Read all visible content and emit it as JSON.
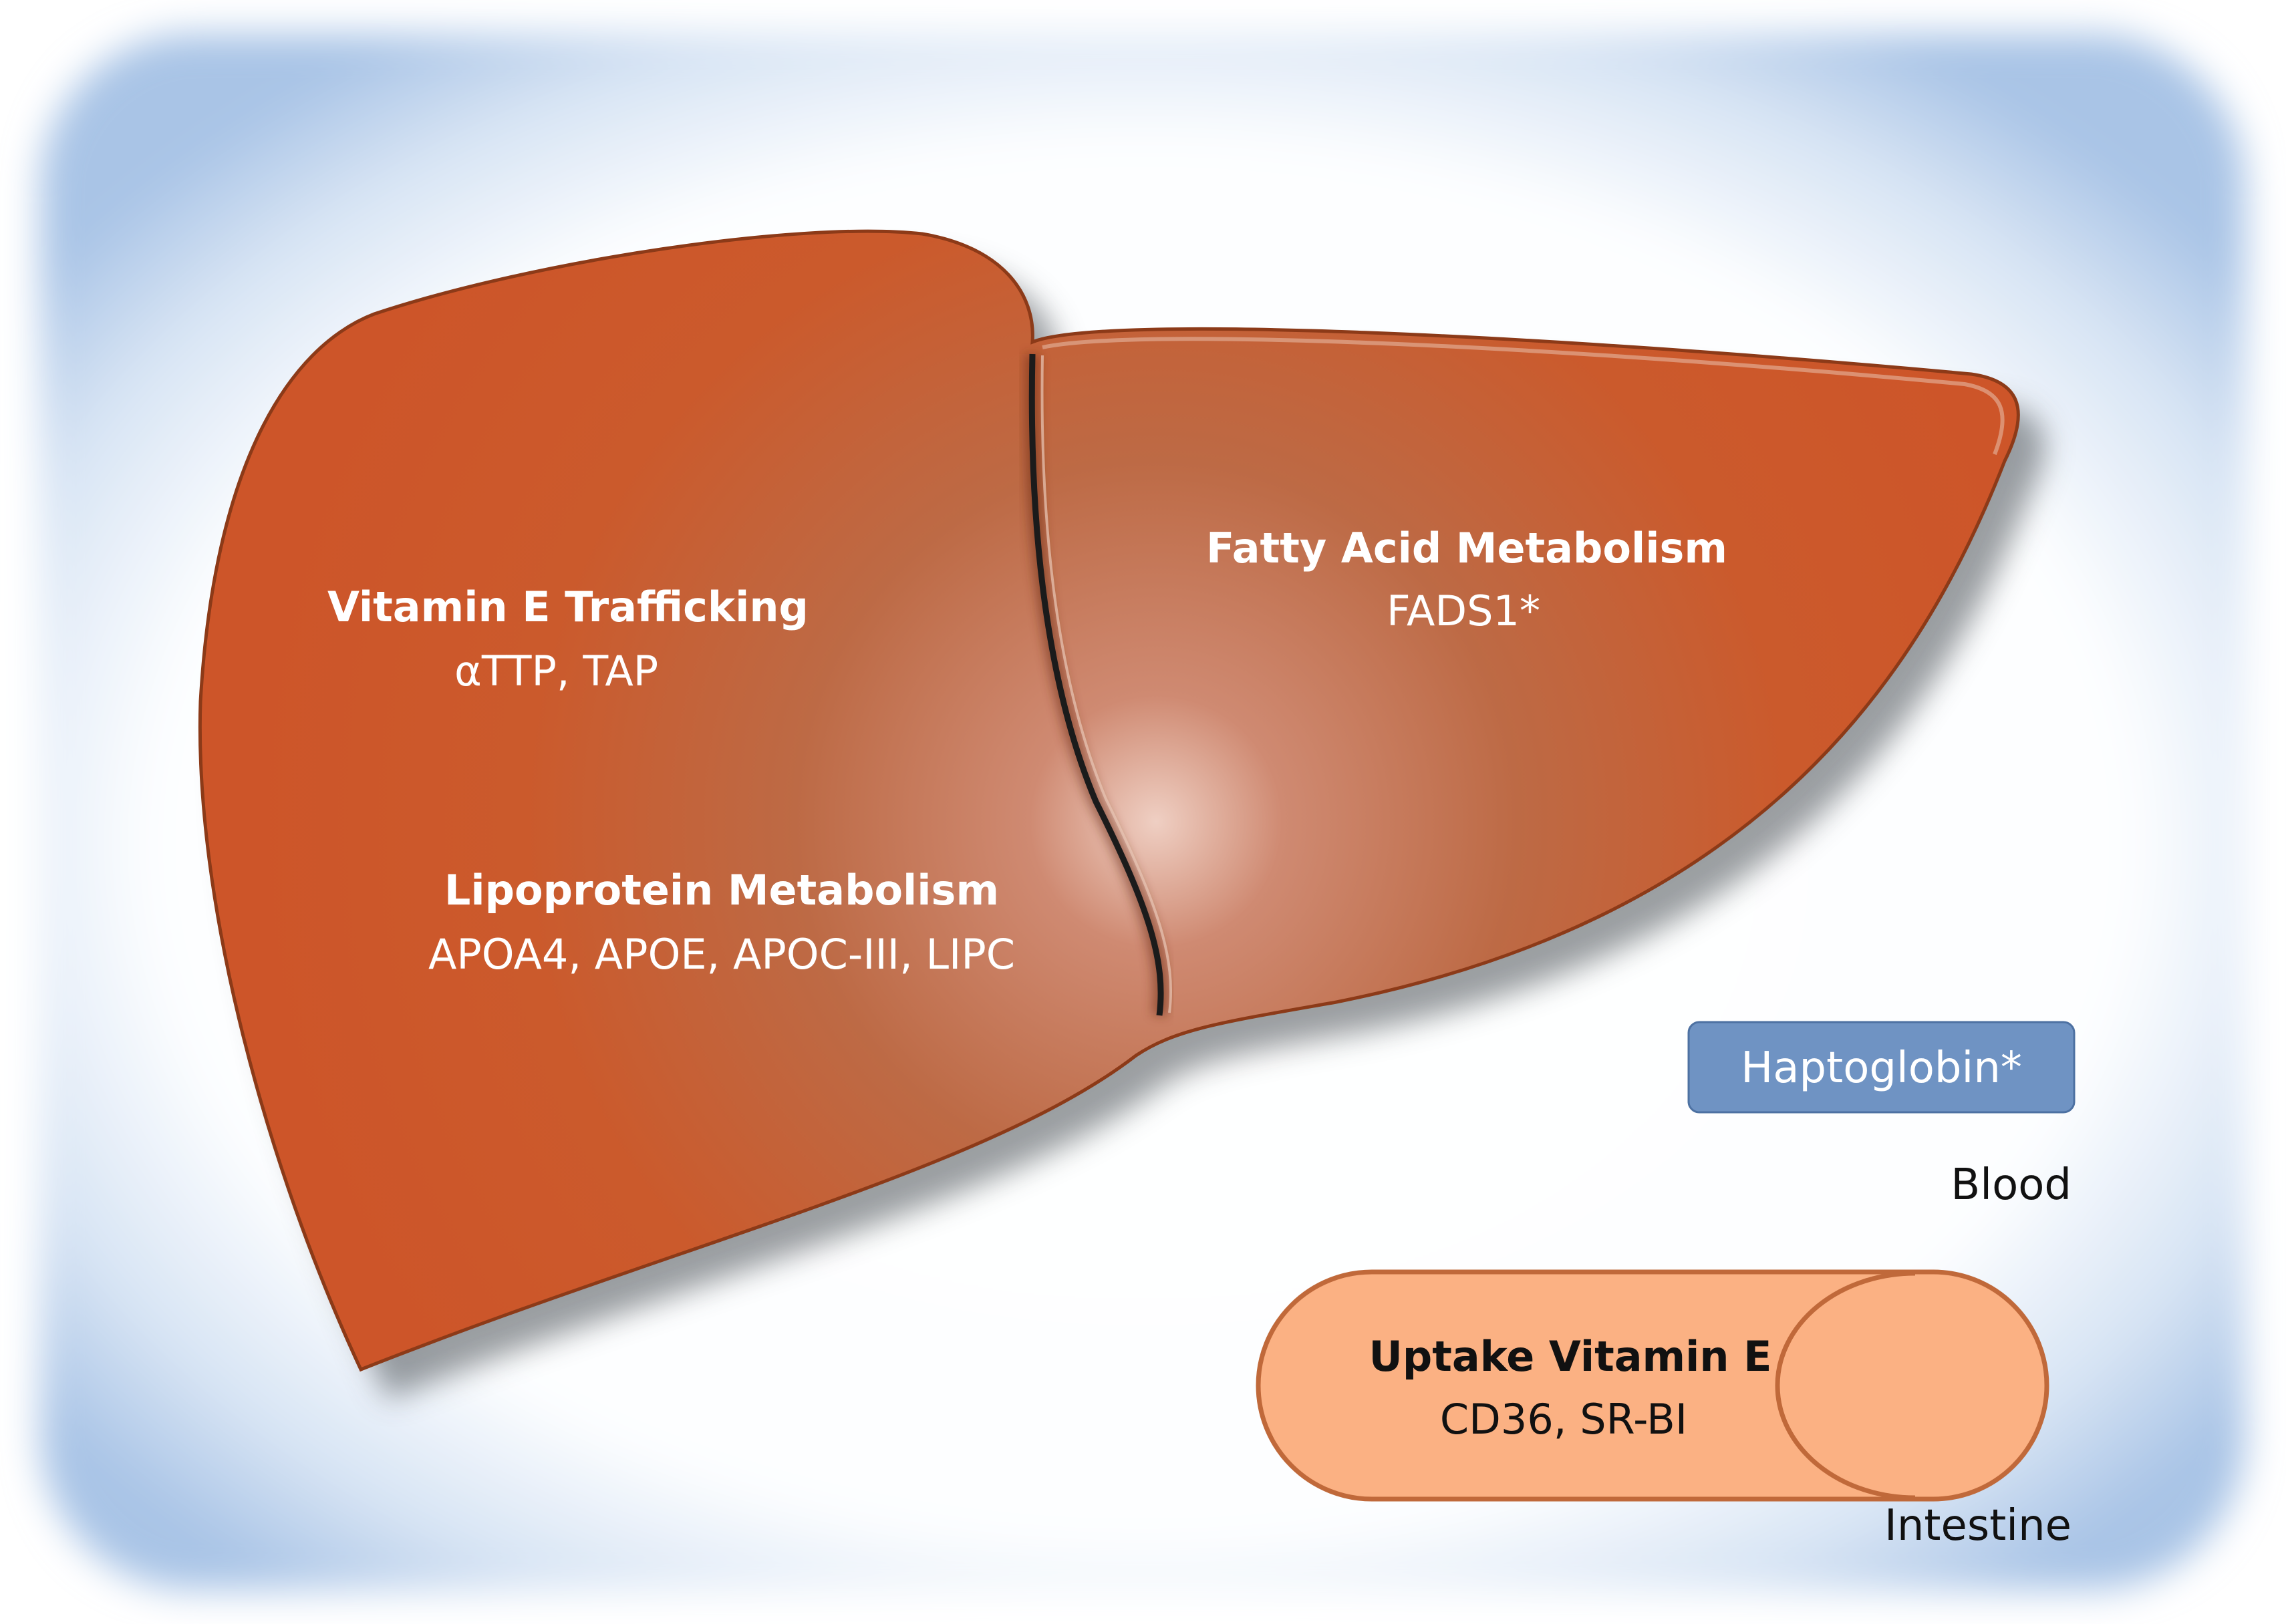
{
  "liver": {
    "vitamin_e_trafficking": {
      "title": "Vitamin E Trafficking",
      "genes": "αTTP, TAP"
    },
    "lipoprotein_metabolism": {
      "title": "Lipoprotein Metabolism",
      "genes": "APOA4, APOE, APOC-III, LIPC"
    },
    "fatty_acid_metabolism": {
      "title": "Fatty Acid Metabolism",
      "genes": "FADS1*"
    }
  },
  "haptoglobin": {
    "label": "Haptoglobin*"
  },
  "blood": {
    "label": "Blood"
  },
  "intestine": {
    "label": "Intestine",
    "uptake": {
      "title": "Uptake Vitamin E",
      "genes": "CD36, SR-BI"
    }
  },
  "colors": {
    "background_edge": "#a9c4e6",
    "liver": "#cd5a2c",
    "liver_outline": "#8c3a18",
    "haptoglobin_box": "#6f93c3",
    "intestine_capsule": "#fbb183",
    "intestine_outline": "#c0693a"
  }
}
